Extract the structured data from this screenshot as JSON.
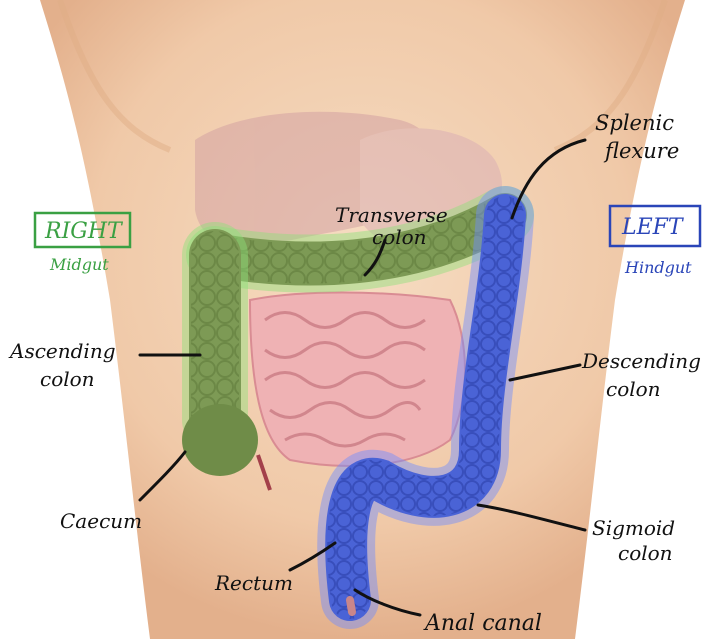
{
  "labels": {
    "splenic": [
      "Splenic",
      "flexure"
    ],
    "transverse": [
      "Transverse",
      "colon"
    ],
    "ascending": [
      "Ascending",
      "colon"
    ],
    "descending": [
      "Descending",
      "colon"
    ],
    "caecum": "Caecum",
    "sigmoid": [
      "Sigmoid",
      "colon"
    ],
    "rectum": "Rectum",
    "anal": "Anal canal"
  },
  "side_right": {
    "title": "RIGHT",
    "subtitle": "Midgut",
    "color": "#3aa043"
  },
  "side_left": {
    "title": "LEFT",
    "subtitle": "Hindgut",
    "color": "#2a45b8"
  },
  "colors": {
    "skin": "#f3d2b4",
    "skin_shadow": "#e4b592",
    "midgut": "#7d9a55",
    "midgut_glow": "#8fe07a",
    "hindgut": "#4a63d6",
    "hindgut_glow": "#6f8bff",
    "small_intestine": "#efb1b3",
    "liver": "#d6a7a7"
  }
}
